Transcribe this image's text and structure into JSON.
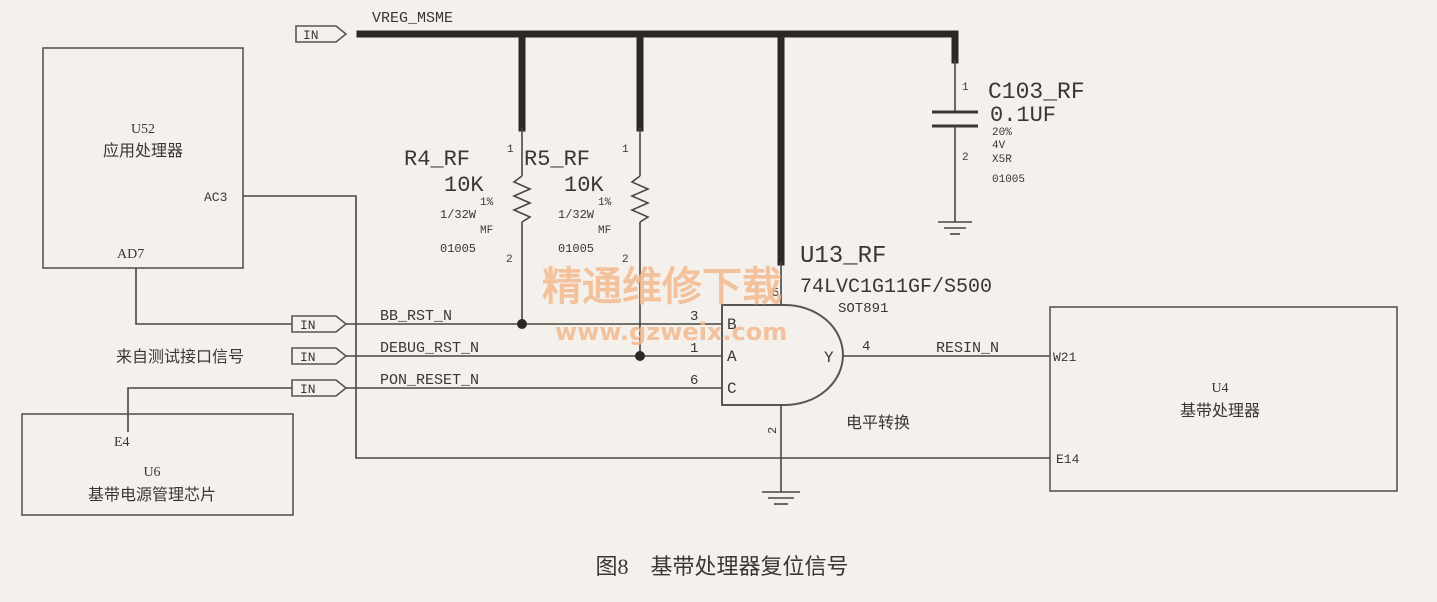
{
  "net": {
    "vreg": "VREG_MSME",
    "in_label": "IN",
    "bb_rst": "BB_RST_N",
    "debug_rst": "DEBUG_RST_N",
    "pon_reset": "PON_RESET_N",
    "resin": "RESIN_N",
    "test_source": "来自测试接口信号"
  },
  "u52": {
    "ref": "U52",
    "name": "应用处理器",
    "pin_ac3": "AC3",
    "pin_ad7": "AD7"
  },
  "u6": {
    "pin": "E4",
    "ref": "U6",
    "name": "基带电源管理芯片"
  },
  "u4": {
    "ref": "U4",
    "name": "基带处理器",
    "pin_w21": "W21",
    "pin_e14": "E14"
  },
  "r4": {
    "ref": "R4_RF",
    "value": "10K",
    "tol": "1%",
    "power": "1/32W",
    "type": "MF",
    "pkg": "01005",
    "pin1": "1",
    "pin2": "2"
  },
  "r5": {
    "ref": "R5_RF",
    "value": "10K",
    "tol": "1%",
    "power": "1/32W",
    "type": "MF",
    "pkg": "01005",
    "pin1": "1",
    "pin2": "2"
  },
  "c103": {
    "ref": "C103_RF",
    "value": "0.1UF",
    "tol": "20%",
    "volt": "4V",
    "diel": "X5R",
    "pkg": "01005",
    "pin1": "1",
    "pin2": "2"
  },
  "u13": {
    "ref": "U13_RF",
    "part": "74LVC1G11GF/S500",
    "pkg": "SOT891",
    "func": "电平转换",
    "pin_b": "B",
    "pin_a": "A",
    "pin_c": "C",
    "pin_y": "Y",
    "num_b": "3",
    "num_a": "1",
    "num_c": "6",
    "num_y": "4",
    "num_vcc": "5",
    "num_gnd": "2"
  },
  "caption": "图8　基带处理器复位信号",
  "watermark": {
    "cn": "精通维修下载",
    "url": "www.gzweix.com"
  }
}
